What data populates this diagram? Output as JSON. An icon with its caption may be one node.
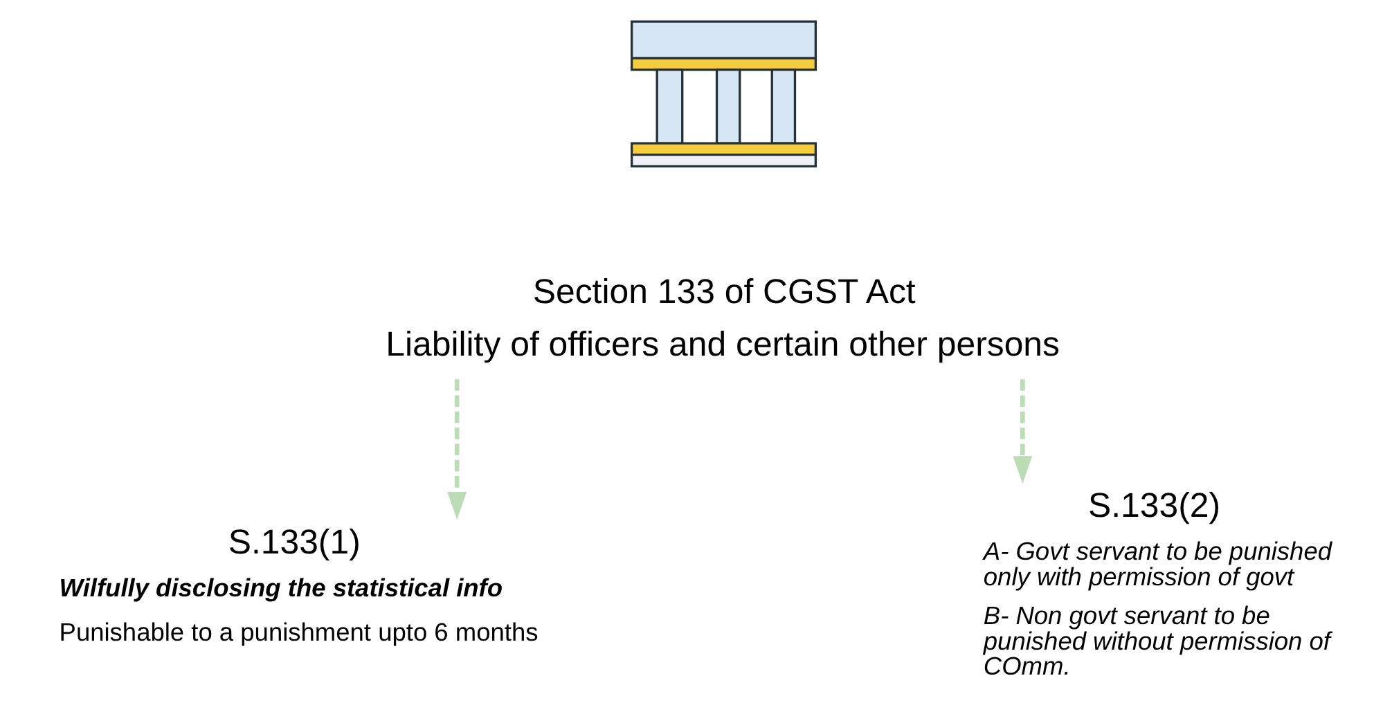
{
  "diagram": {
    "nodes": [
      {
        "text": [],
        "shape": "picture"
      },
      {
        "text": [
          "Section 133 of CGST Act",
          "Liability of officers and certain other persons"
        ]
      },
      {
        "text": [
          "S.133(1)",
          "Wilfully disclosing the statistical info",
          "Punishable to a punishment upto 6 months"
        ]
      },
      {
        "text": [
          "S.133(2)",
          "A- Govt servant to be punished only with permission of govt",
          "B- Non govt servant to be punished without permission of COmm."
        ]
      }
    ],
    "edges": [
      {
        "from": 1,
        "to": 2,
        "arrow": "to",
        "style": "dashed"
      },
      {
        "from": 1,
        "to": 3,
        "arrow": "to",
        "style": "dashed"
      }
    ]
  }
}
